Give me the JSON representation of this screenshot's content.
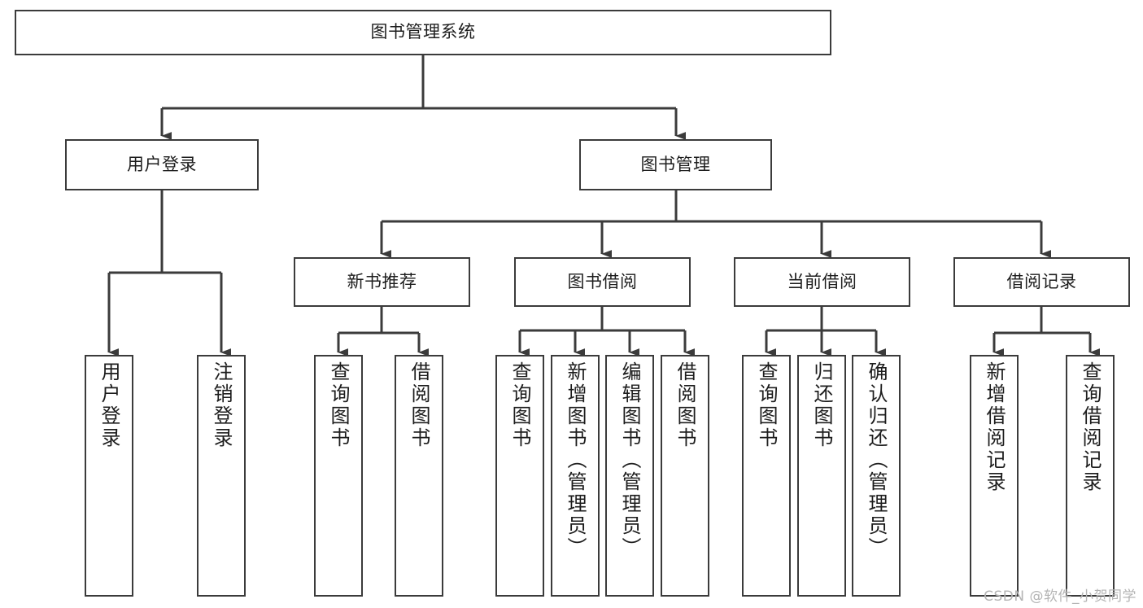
{
  "diagram": {
    "title": "图书管理系统",
    "type": "tree-hierarchy",
    "colors": {
      "stroke": "#3b3b3b",
      "fill": "#ffffff",
      "text": "#1d1d1d",
      "watermark": "#b4b4b4"
    },
    "watermark": "CSDN @软件_小贺同学",
    "nodes": {
      "root": {
        "label": "图书管理系统"
      },
      "level2": [
        {
          "label": "用户登录"
        },
        {
          "label": "图书管理"
        }
      ],
      "level3": [
        {
          "label": "新书推荐"
        },
        {
          "label": "图书借阅"
        },
        {
          "label": "当前借阅"
        },
        {
          "label": "借阅记录"
        }
      ],
      "leaves": {
        "user_login": [
          {
            "label": "用户登录"
          },
          {
            "label": "注销登录"
          }
        ],
        "new_book": [
          {
            "label": "查询图书"
          },
          {
            "label": "借阅图书"
          }
        ],
        "book_borrow": [
          {
            "label": "查询图书"
          },
          {
            "label": "新增图书（管理员）"
          },
          {
            "label": "编辑图书（管理员）"
          },
          {
            "label": "借阅图书"
          }
        ],
        "current_borrow": [
          {
            "label": "查询图书"
          },
          {
            "label": "归还图书"
          },
          {
            "label": "确认归还（管理员）"
          }
        ],
        "borrow_record": [
          {
            "label": "新增借阅记录"
          },
          {
            "label": "查询借阅记录"
          }
        ]
      }
    }
  }
}
